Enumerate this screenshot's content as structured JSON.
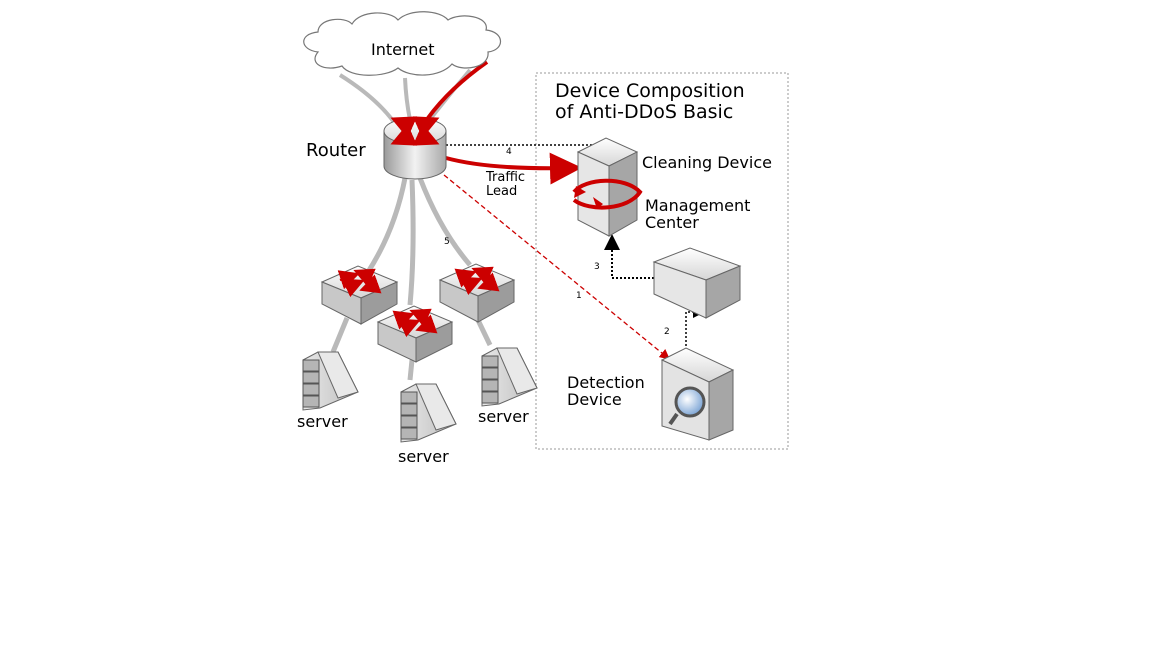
{
  "cloud": {
    "label": "Internet"
  },
  "router": {
    "label": "Router"
  },
  "traffic_lead": {
    "label": "Traffic\nLead"
  },
  "composition": {
    "title": "Device Composition\nof Anti-DDoS Basic",
    "cleaning_device": "Cleaning Device",
    "management_center": "Management\nCenter",
    "detection_device": "Detection\nDevice"
  },
  "servers": {
    "left": "server",
    "middle": "server",
    "right": "server"
  },
  "steps": {
    "s1": "1",
    "s2": "2",
    "s3": "3",
    "s4": "4",
    "s5": "5"
  },
  "colors": {
    "traffic": "#cc0000",
    "link": "#b9b9b9",
    "box_border": "#999999"
  }
}
